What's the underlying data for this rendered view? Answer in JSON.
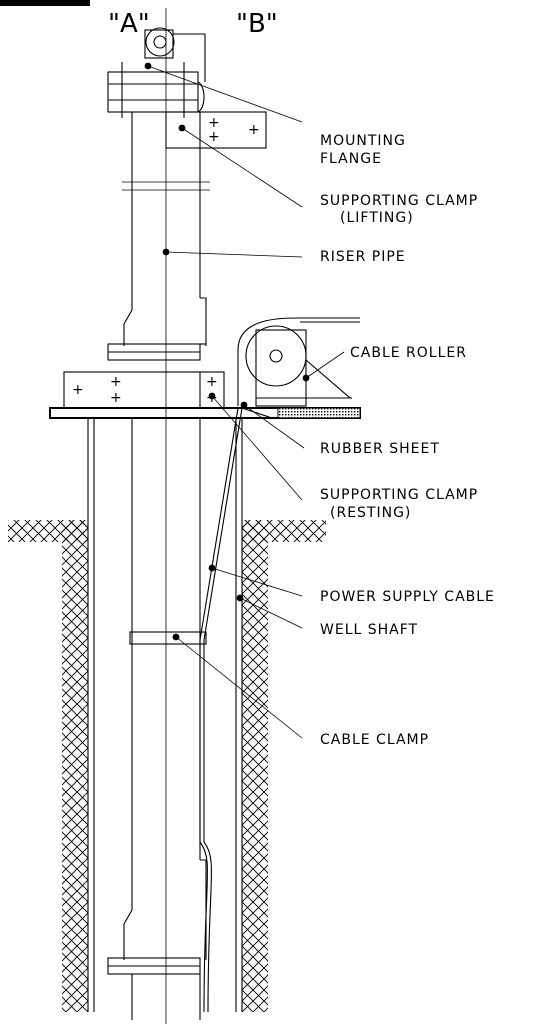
{
  "header": {
    "view_a": "\"A\"",
    "view_b": "\"B\""
  },
  "labels": {
    "mounting_flange_1": "MOUNTING",
    "mounting_flange_2": "FLANGE",
    "supporting_clamp_lifting_1": "SUPPORTING CLAMP",
    "supporting_clamp_lifting_2": "(LIFTING)",
    "riser_pipe": "RISER PIPE",
    "cable_roller": "CABLE ROLLER",
    "rubber_sheet": "RUBBER SHEET",
    "supporting_clamp_resting_1": "SUPPORTING CLAMP",
    "supporting_clamp_resting_2": "(RESTING)",
    "power_supply_cable": "POWER SUPPLY CABLE",
    "well_shaft": "WELL SHAFT",
    "cable_clamp": "CABLE CLAMP"
  }
}
